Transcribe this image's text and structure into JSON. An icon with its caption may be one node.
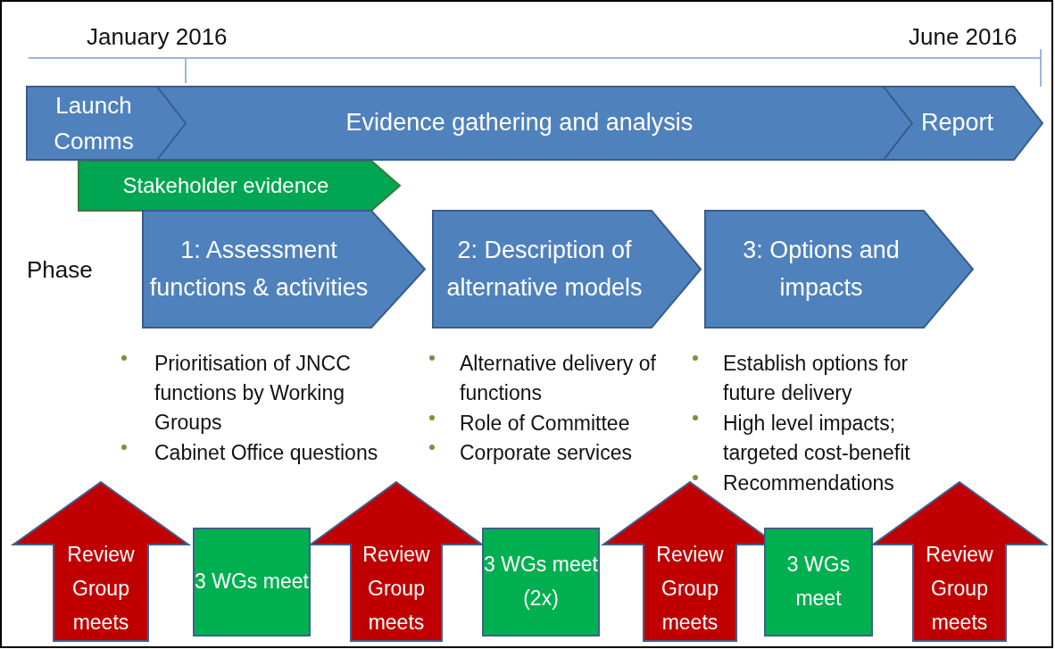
{
  "diagram": {
    "nodes": [
      {
        "text": [
          "Launch Comms"
        ]
      },
      {
        "text": [
          "Evidence gathering and analysis"
        ]
      },
      {
        "text": [
          "Report"
        ]
      },
      {
        "text": [
          "Stakeholder evidence"
        ]
      },
      {
        "text": [
          "1: Assessment functions & activities"
        ]
      },
      {
        "text": [
          "2: Description of alternative models"
        ]
      },
      {
        "text": [
          "3: Options and impacts"
        ]
      },
      {
        "text": [
          "Review Group meets"
        ]
      },
      {
        "text": [
          "3 WGs meet"
        ]
      },
      {
        "text": [
          "Review Group meets"
        ]
      },
      {
        "text": [
          "3 WGs meet (2x)"
        ]
      },
      {
        "text": [
          "Review Group meets"
        ]
      },
      {
        "text": [
          "3 WGs meet"
        ]
      },
      {
        "text": [
          "Review Group meets"
        ]
      }
    ],
    "labels": [
      "January 2016",
      "June 2016",
      "Phase",
      "Prioritisation of JNCC functions by Working Groups",
      "Cabinet Office questions",
      "Alternative delivery of functions",
      "Role of Committee",
      "Corporate services",
      "Establish options for future delivery",
      "High level impacts; targeted cost-benefit",
      "Recommendations"
    ]
  }
}
